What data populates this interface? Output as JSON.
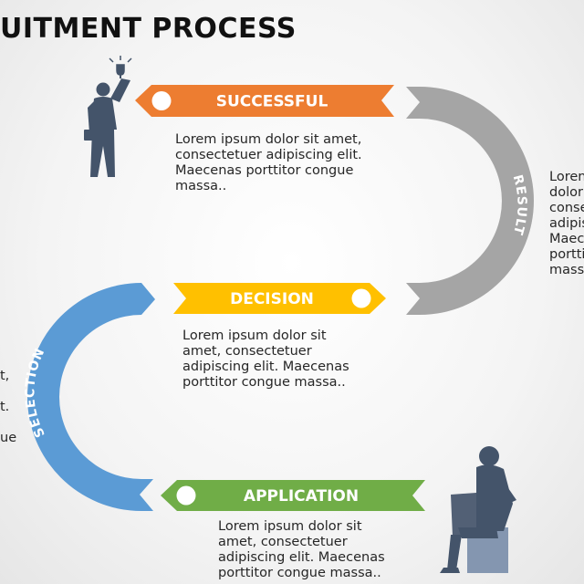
{
  "title": "UITMENT PROCESS",
  "steps": {
    "successful": {
      "label": "SUCCESSFUL",
      "color": "#ED7D31",
      "description": "Lorem ipsum dolor sit amet, consectetuer adipiscing elit. Maecenas porttitor congue massa.."
    },
    "decision": {
      "label": "DECISION",
      "color": "#FFC000",
      "description": "Lorem ipsum dolor sit amet, consectetuer adipiscing elit. Maecenas porttitor congue massa.."
    },
    "application": {
      "label": "APPLICATION",
      "color": "#70AD47",
      "description": "Lorem ipsum dolor sit amet, consectetuer adipiscing elit. Maecenas porttitor congue massa.."
    }
  },
  "arcs": {
    "result": {
      "label": "RESULT",
      "color": "#A5A5A5"
    },
    "selection": {
      "label": "SELECTION",
      "color": "#5B9BD5"
    }
  },
  "right_partial_lines": [
    "Loren",
    "dolor",
    "conse",
    "adipis",
    "Maece",
    "portti",
    "massa"
  ],
  "left_partial_lines": [
    "t,",
    "t.",
    "ue"
  ],
  "figure_color": "#44546A",
  "icons": {
    "winner": "person-holding-trophy-icon",
    "laptop": "person-with-laptop-icon"
  }
}
